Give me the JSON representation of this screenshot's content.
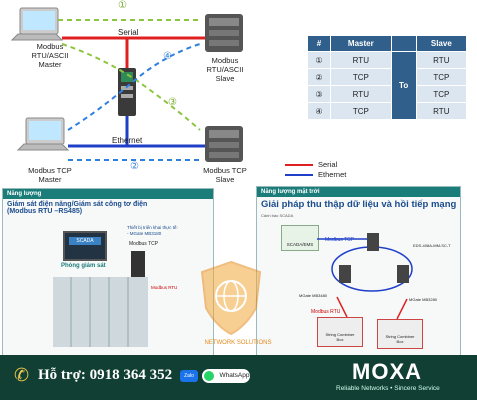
{
  "diagram": {
    "serial_label": "Serial",
    "ethernet_label": "Ethernet",
    "nodes": {
      "rtu_master": [
        "Modbus",
        "RTU/ASCII",
        "Master"
      ],
      "rtu_slave": [
        "Modbus",
        "RTU/ASCII",
        "Slave"
      ],
      "tcp_master": [
        "Modbus TCP",
        "Master"
      ],
      "tcp_slave": [
        "Modbus TCP",
        "Slave"
      ]
    },
    "path_numbers": [
      "①",
      "②",
      "③",
      "④"
    ],
    "legend": {
      "serial": "Serial",
      "ethernet": "Ethernet"
    },
    "colors": {
      "serial": "#e02020",
      "ethernet": "#1f3fc9",
      "dashed_green": "#8cc63f",
      "dashed_blue": "#2f7fe0"
    }
  },
  "table": {
    "headers": [
      "#",
      "Master",
      "",
      "Slave"
    ],
    "rows": [
      {
        "num": "①",
        "master": "RTU",
        "slave": "RTU"
      },
      {
        "num": "②",
        "master": "TCP",
        "slave": "TCP"
      },
      {
        "num": "③",
        "master": "RTU",
        "slave": "TCP"
      },
      {
        "num": "④",
        "master": "TCP",
        "slave": "RTU"
      }
    ],
    "middle": "To"
  },
  "left_panel": {
    "tag": "Năng lượng",
    "title": "Giám sát điện năng/Giám sát công tơ điện (Modbus RTU –RS485)",
    "scada": "SCADA",
    "monitor_label": "Phòng giám sát",
    "device_note_1": "Thiết bị triển khai thực tế:",
    "device_note_2": "- MGate MB3180",
    "modbus_tcp": "Modbus TCP",
    "modbus_rtu": "Modbus RTU"
  },
  "right_panel": {
    "tag": "Năng lượng mặt trời",
    "title": "Giải pháp thu thập dữ liệu và hồi tiếp mạng",
    "subtitle": "Cảnh báo SCADA",
    "scada_box": "SCADA/EMS",
    "modbus_tcp": "Modbus TCP",
    "modbus_rtu": "Modbus RTU",
    "switch_label": "EDS-408A-MM-SC-T",
    "gw_left": "MGate MB3480",
    "gw_right": "MGate MB3280",
    "box_left": [
      "String Combiner",
      "Box"
    ],
    "box_right": [
      "String Combiner",
      "Box"
    ]
  },
  "watermark": {
    "line1": "NETWORK SOLUTIONS"
  },
  "footer": {
    "support": "Hỗ trợ: 0918 364 352",
    "zalo": "Zalo",
    "whatsapp": "WhatsApp",
    "brand": "MOXA",
    "tagline": "Reliable Networks • Sincere Service"
  }
}
